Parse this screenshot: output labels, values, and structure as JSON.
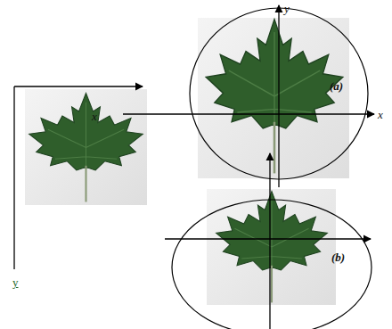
{
  "diagram": {
    "labels": [
      "x",
      "y",
      "y",
      "x",
      "(a)",
      "(b)"
    ]
  }
}
